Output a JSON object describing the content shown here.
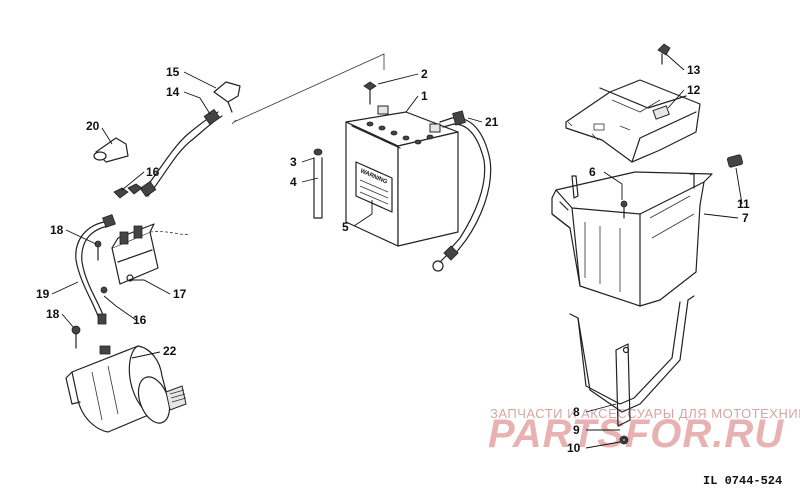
{
  "callouts": [
    {
      "id": "c1",
      "label": "1"
    },
    {
      "id": "c2",
      "label": "2"
    },
    {
      "id": "c3",
      "label": "3"
    },
    {
      "id": "c4",
      "label": "4"
    },
    {
      "id": "c5",
      "label": "5"
    },
    {
      "id": "c6",
      "label": "6"
    },
    {
      "id": "c7",
      "label": "7"
    },
    {
      "id": "c8",
      "label": "8"
    },
    {
      "id": "c9",
      "label": "9"
    },
    {
      "id": "c10",
      "label": "10"
    },
    {
      "id": "c11",
      "label": "11"
    },
    {
      "id": "c12",
      "label": "12"
    },
    {
      "id": "c13",
      "label": "13"
    },
    {
      "id": "c14",
      "label": "14"
    },
    {
      "id": "c15",
      "label": "15"
    },
    {
      "id": "c16a",
      "label": "16"
    },
    {
      "id": "c16b",
      "label": "16"
    },
    {
      "id": "c17",
      "label": "17"
    },
    {
      "id": "c18a",
      "label": "18"
    },
    {
      "id": "c18b",
      "label": "18"
    },
    {
      "id": "c19",
      "label": "19"
    },
    {
      "id": "c20",
      "label": "20"
    },
    {
      "id": "c21",
      "label": "21"
    },
    {
      "id": "c22",
      "label": "22"
    }
  ],
  "battery_label": "WARNING",
  "watermark": {
    "tagline": "ЗАПЧАСТИ И АКСЕССУАРЫ ДЛЯ МОТОТЕХНИКИ",
    "brand": "PARTSFOR.RU"
  },
  "reference_code": "IL 0744-524"
}
